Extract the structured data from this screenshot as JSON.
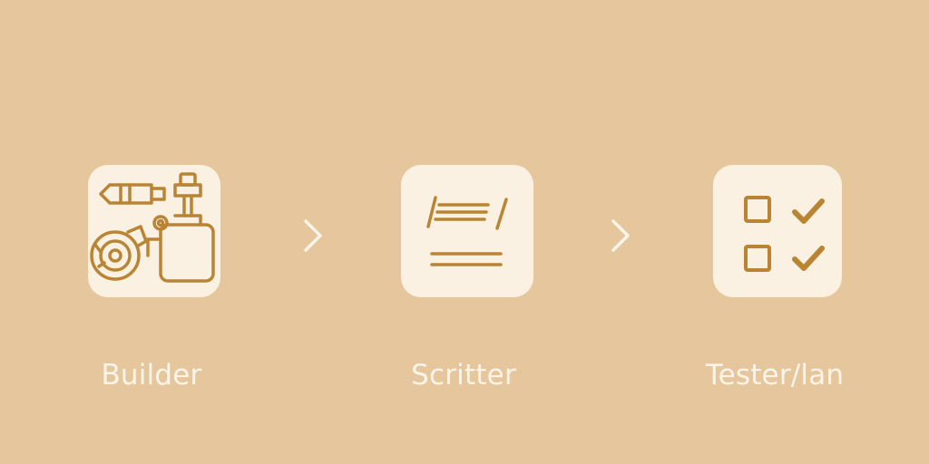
{
  "stages": [
    {
      "label": "Builder",
      "icon": "builder-tools-icon"
    },
    {
      "label": "Scritter",
      "icon": "script-lines-icon"
    },
    {
      "label": "Tester/lan",
      "icon": "checklist-icon"
    }
  ],
  "arrows": [
    "chevron-right-icon",
    "chevron-right-icon"
  ],
  "colors": {
    "background": "#e5c69d",
    "tile": "#faf1e2",
    "icon_stroke": "#b98535",
    "label_text": "#fbf4e8",
    "arrow": "#fbf4e8"
  }
}
